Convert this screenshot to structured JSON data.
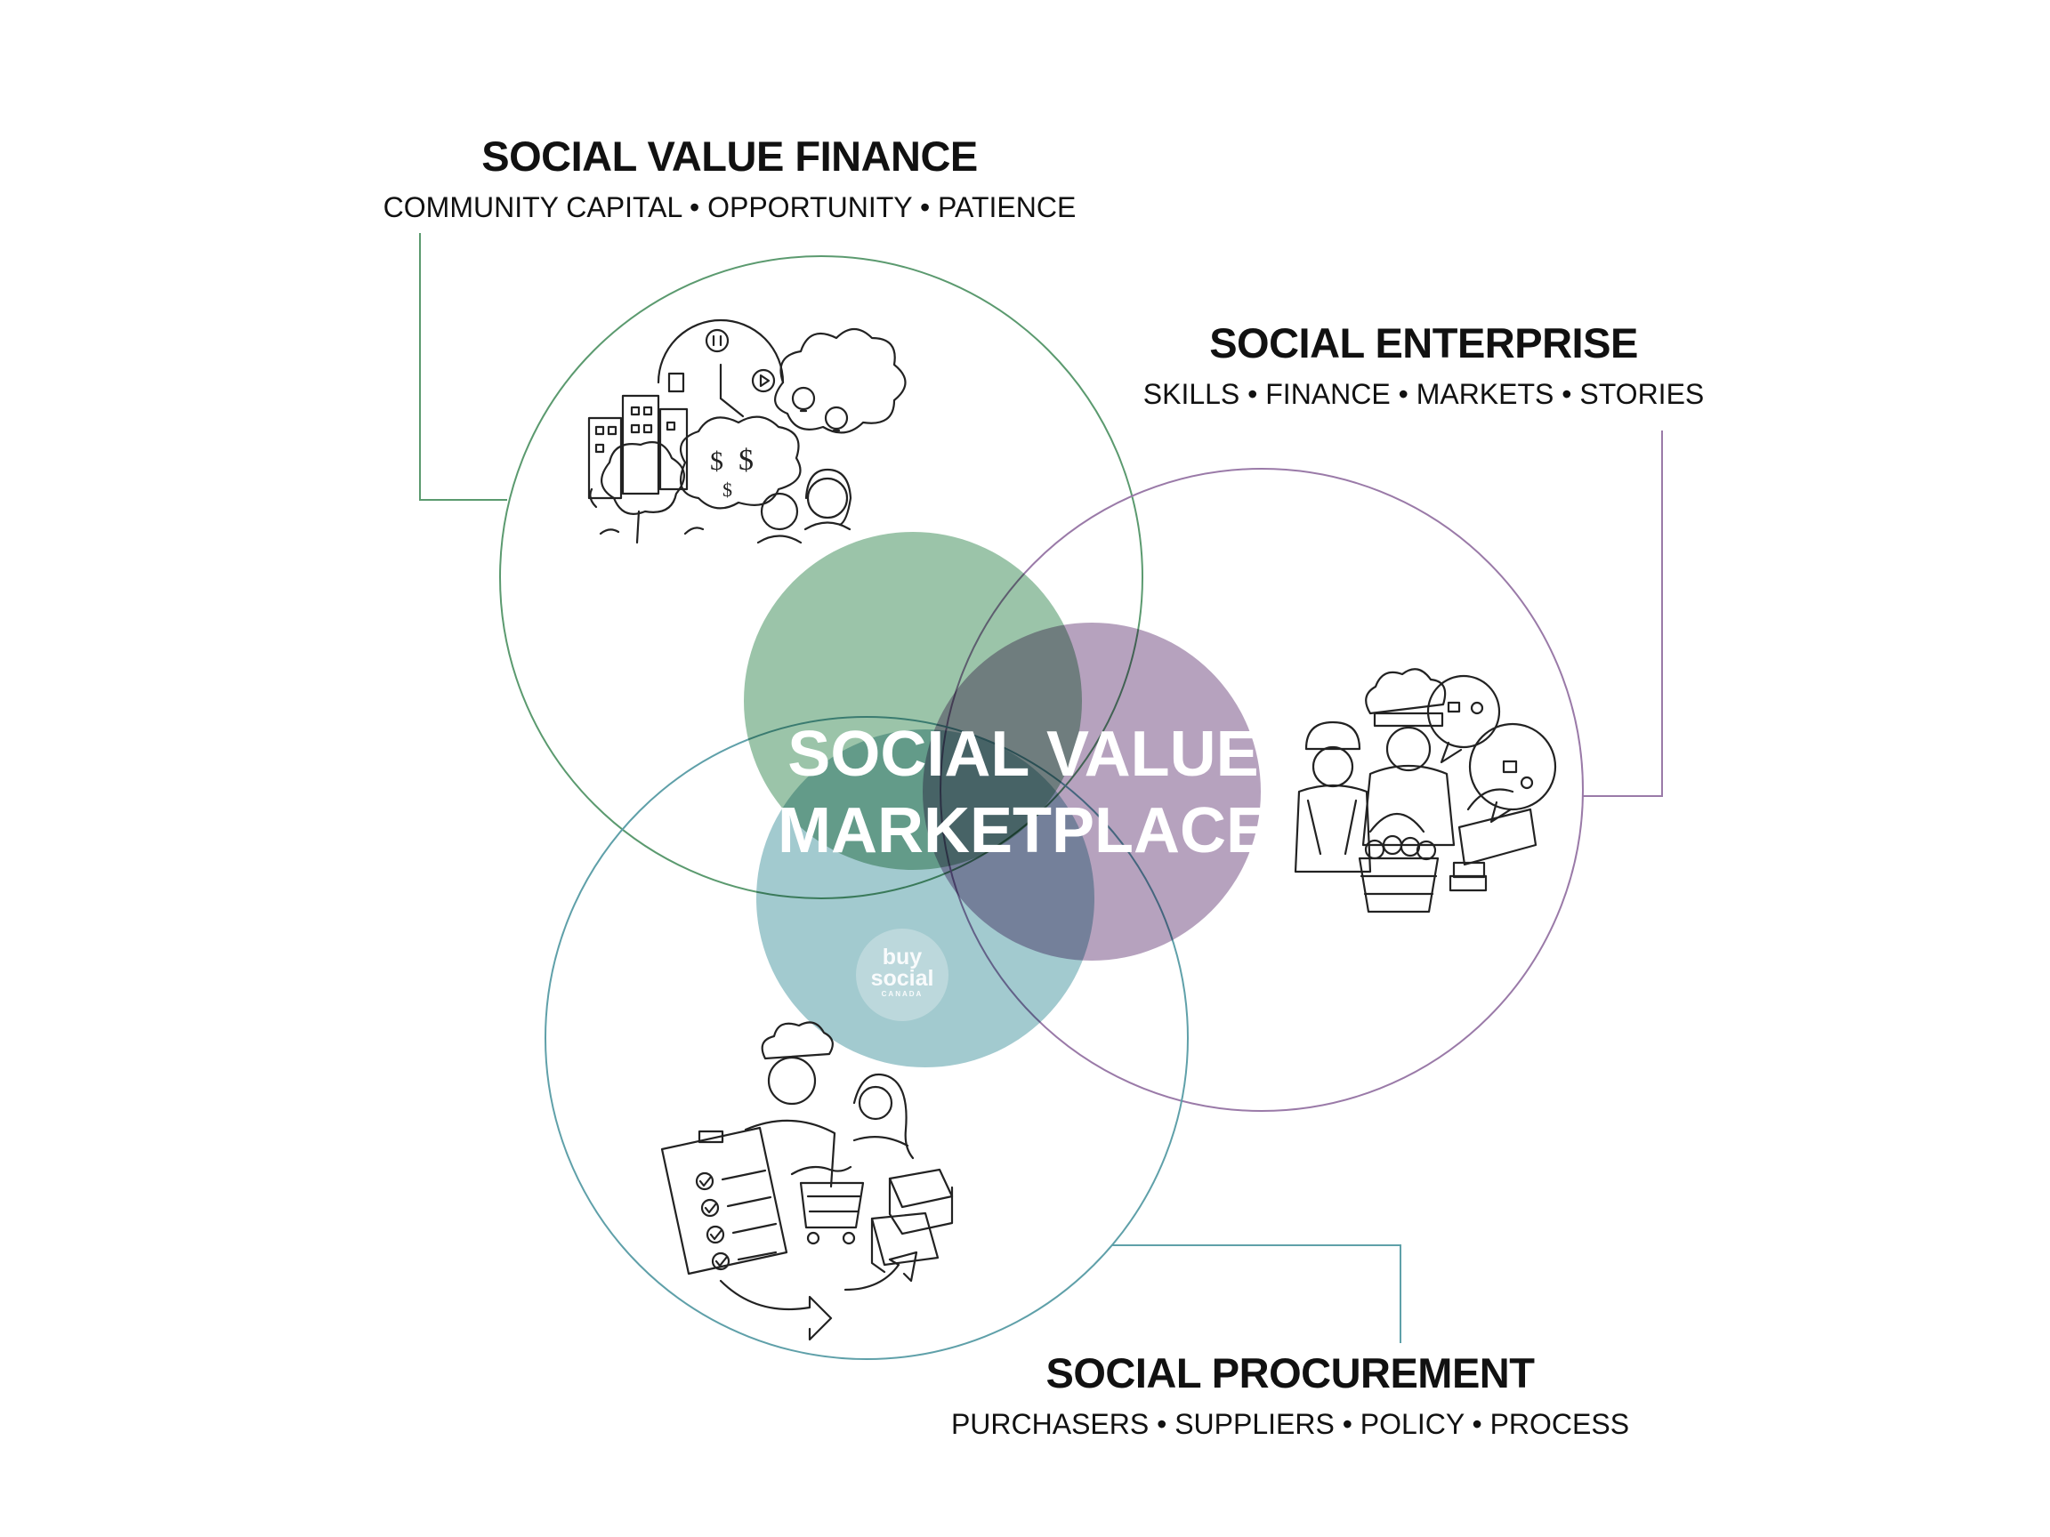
{
  "sections": [
    {
      "id": "finance",
      "title": "SOCIAL VALUE FINANCE",
      "subtitle": "COMMUNITY CAPITAL • OPPORTUNITY • PATIENCE",
      "color": "#5b9a6f",
      "fill": "#9bc4a9",
      "illustration": "city-clock-money-people-sketch"
    },
    {
      "id": "enterprise",
      "title": "SOCIAL ENTERPRISE",
      "subtitle": "SKILLS • FINANCE • MARKETS • STORIES",
      "color": "#9a7aa8",
      "fill": "#b6a2be",
      "illustration": "chef-worker-toolbox-sketch"
    },
    {
      "id": "procurement",
      "title": "SOCIAL PROCUREMENT",
      "subtitle": "PURCHASERS • SUPPLIERS • POLICY • PROCESS",
      "color": "#5fa0a9",
      "fill": "#a2cacf",
      "illustration": "handshake-checklist-cart-sketch"
    }
  ],
  "center": {
    "line1": "SOCIAL VALUE",
    "line2": "MARKETPLACE"
  },
  "logo": {
    "line1": "buy",
    "line2": "social",
    "line3": "CANADA"
  }
}
